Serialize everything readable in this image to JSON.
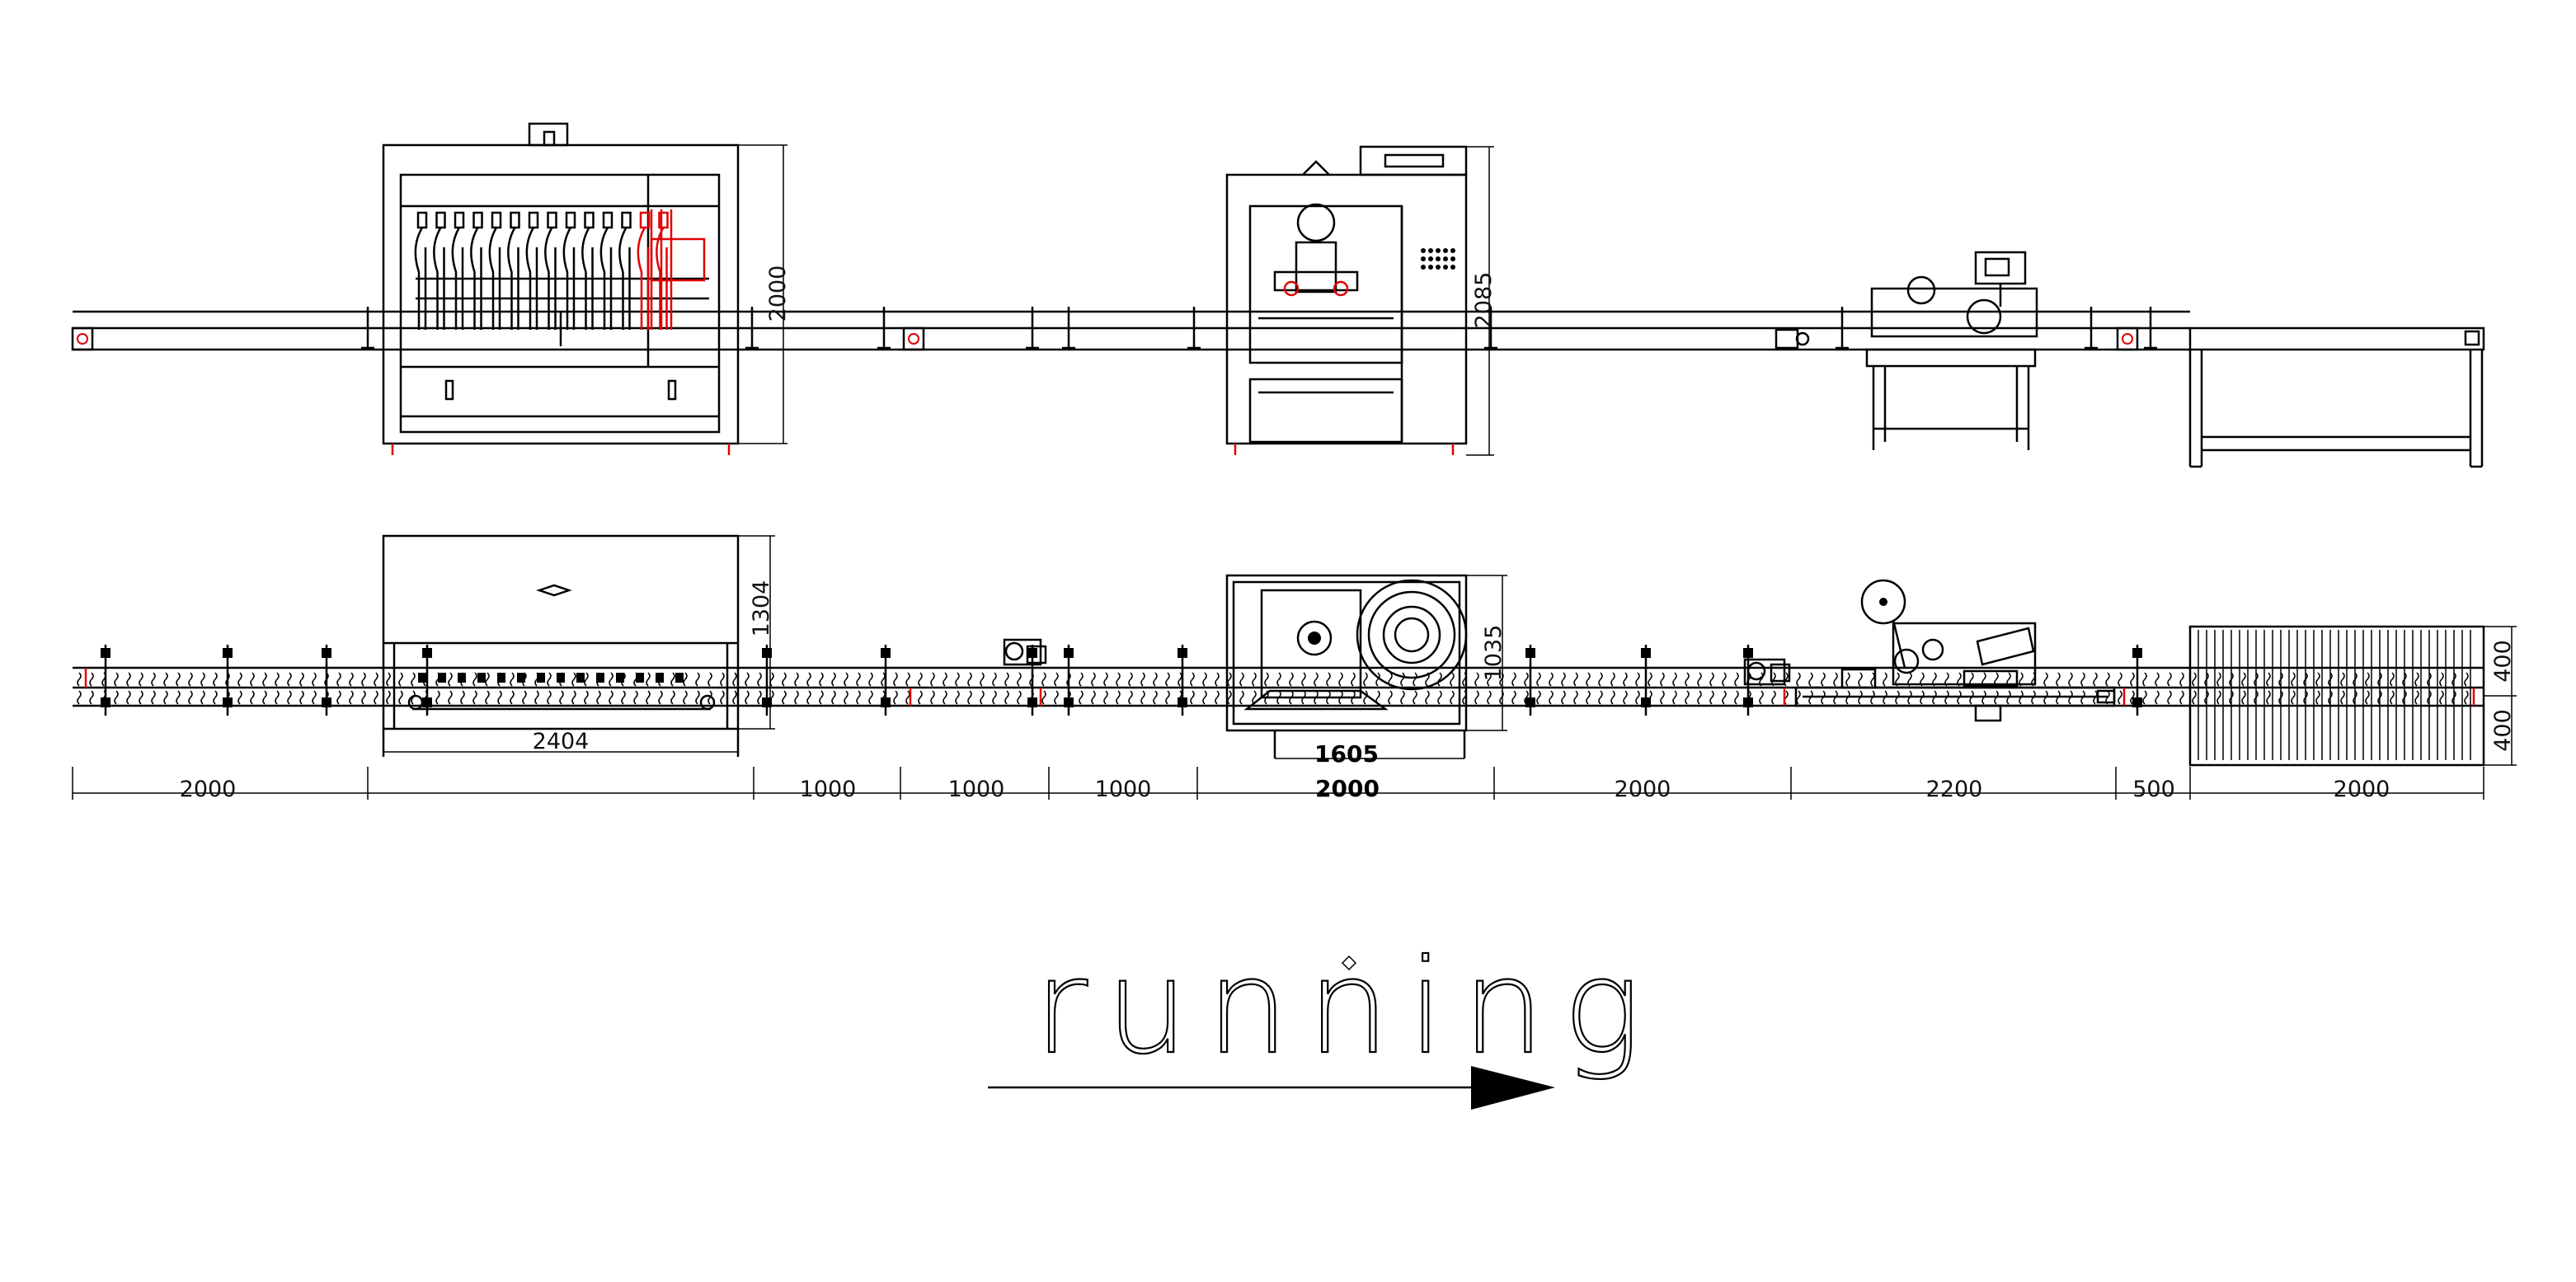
{
  "colors": {
    "line": "#000000",
    "accent": "#e00000",
    "background": "#ffffff"
  },
  "elevation": {
    "filler_height": "2000",
    "capper_height": "2085"
  },
  "plan": {
    "filler_depth": "1304",
    "filler_width": "2404",
    "capper_depth": "1035",
    "capper_width": "1605",
    "table_depth_top": "400",
    "table_depth_bottom": "400"
  },
  "segments": [
    {
      "label": "2000",
      "bold": false
    },
    {
      "label": "1000",
      "bold": false
    },
    {
      "label": "1000",
      "bold": false
    },
    {
      "label": "1000",
      "bold": false
    },
    {
      "label": "2000",
      "bold": true
    },
    {
      "label": "2000",
      "bold": false
    },
    {
      "label": "2200",
      "bold": false
    },
    {
      "label": "500",
      "bold": false
    },
    {
      "label": "2000",
      "bold": false
    }
  ],
  "direction": {
    "label": "running",
    "arrow_icon": "arrow-right-icon"
  }
}
